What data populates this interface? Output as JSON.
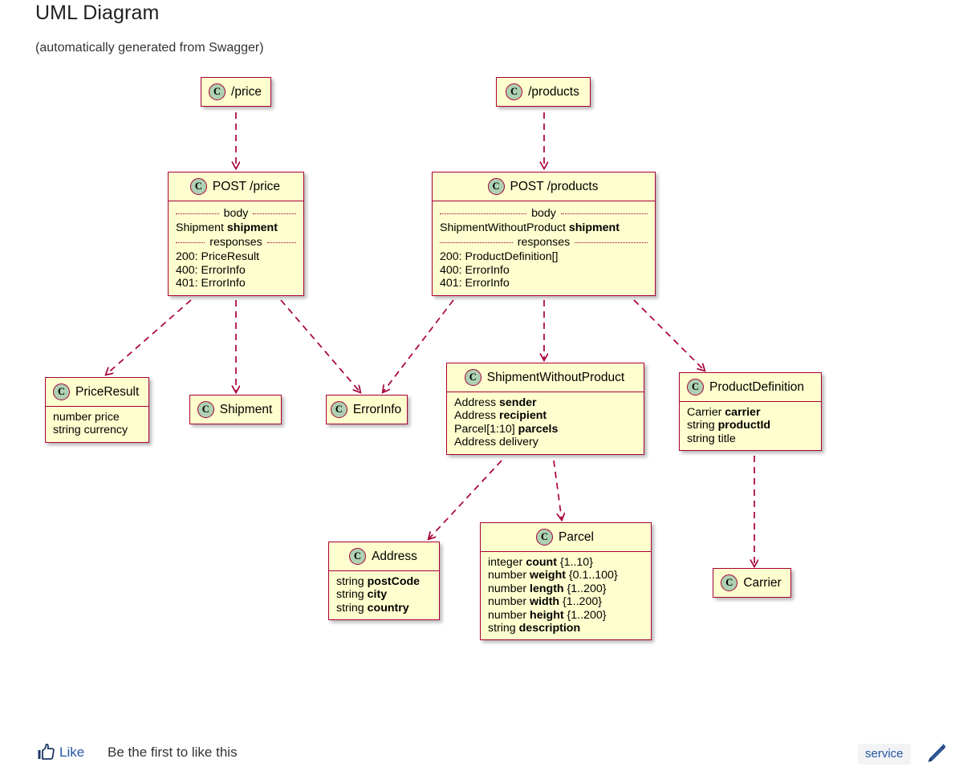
{
  "page": {
    "title": "UML Diagram",
    "subtitle": "(automatically generated from Swagger)"
  },
  "theme": {
    "node_fill": "#FEFECE",
    "node_border": "#A80036",
    "class_icon_fill": "#ADD1B2",
    "edge_color": "#A80036",
    "link_color": "#2458a6",
    "background": "#ffffff"
  },
  "diagram": {
    "type": "uml-class-diagram",
    "class_icon_letter": "C",
    "nodes": [
      {
        "id": "price-endpoint",
        "name": "/price",
        "compartments": []
      },
      {
        "id": "products-endpoint",
        "name": "/products",
        "compartments": []
      },
      {
        "id": "post-price",
        "name": "POST /price",
        "compartments": [
          {
            "label": "body",
            "rows": [
              {
                "type": "Shipment",
                "field": "shipment",
                "required": true
              }
            ]
          },
          {
            "label": "responses",
            "rows": [
              {
                "text": "200: PriceResult"
              },
              {
                "text": "400: ErrorInfo"
              },
              {
                "text": "401: ErrorInfo"
              }
            ]
          }
        ]
      },
      {
        "id": "post-products",
        "name": "POST /products",
        "compartments": [
          {
            "label": "body",
            "rows": [
              {
                "type": "ShipmentWithoutProduct",
                "field": "shipment",
                "required": true
              }
            ]
          },
          {
            "label": "responses",
            "rows": [
              {
                "text": "200: ProductDefinition[]"
              },
              {
                "text": "400: ErrorInfo"
              },
              {
                "text": "401: ErrorInfo"
              }
            ]
          }
        ]
      },
      {
        "id": "price-result",
        "name": "PriceResult",
        "compartments": [
          {
            "rows": [
              {
                "type": "number",
                "field": "price",
                "required": false
              },
              {
                "type": "string",
                "field": "currency",
                "required": false
              }
            ]
          }
        ]
      },
      {
        "id": "shipment",
        "name": "Shipment",
        "compartments": []
      },
      {
        "id": "error-info",
        "name": "ErrorInfo",
        "compartments": []
      },
      {
        "id": "shipment-without-product",
        "name": "ShipmentWithoutProduct",
        "compartments": [
          {
            "rows": [
              {
                "type": "Address",
                "field": "sender",
                "required": true
              },
              {
                "type": "Address",
                "field": "recipient",
                "required": true
              },
              {
                "type": "Parcel[1:10]",
                "field": "parcels",
                "required": true
              },
              {
                "type": "Address",
                "field": "delivery",
                "required": false
              }
            ]
          }
        ]
      },
      {
        "id": "product-definition",
        "name": "ProductDefinition",
        "compartments": [
          {
            "rows": [
              {
                "type": "Carrier",
                "field": "carrier",
                "required": true
              },
              {
                "type": "string",
                "field": "productId",
                "required": true
              },
              {
                "type": "string",
                "field": "title",
                "required": false
              }
            ]
          }
        ]
      },
      {
        "id": "address",
        "name": "Address",
        "compartments": [
          {
            "rows": [
              {
                "type": "string",
                "field": "postCode",
                "required": true
              },
              {
                "type": "string",
                "field": "city",
                "required": true
              },
              {
                "type": "string",
                "field": "country",
                "required": true
              }
            ]
          }
        ]
      },
      {
        "id": "parcel",
        "name": "Parcel",
        "compartments": [
          {
            "rows": [
              {
                "type": "integer",
                "field": "count",
                "required": true,
                "range": "{1..10}"
              },
              {
                "type": "number",
                "field": "weight",
                "required": true,
                "range": "{0.1..100}"
              },
              {
                "type": "number",
                "field": "length",
                "required": true,
                "range": "{1..200}"
              },
              {
                "type": "number",
                "field": "width",
                "required": true,
                "range": "{1..200}"
              },
              {
                "type": "number",
                "field": "height",
                "required": true,
                "range": "{1..200}"
              },
              {
                "type": "string",
                "field": "description",
                "required": true
              }
            ]
          }
        ]
      },
      {
        "id": "carrier",
        "name": "Carrier",
        "compartments": []
      }
    ],
    "edges": [
      {
        "from": "price-endpoint",
        "to": "post-price",
        "style": "dashed"
      },
      {
        "from": "products-endpoint",
        "to": "post-products",
        "style": "dashed"
      },
      {
        "from": "post-price",
        "to": "price-result",
        "style": "dashed"
      },
      {
        "from": "post-price",
        "to": "shipment",
        "style": "dashed"
      },
      {
        "from": "post-price",
        "to": "error-info",
        "style": "dashed"
      },
      {
        "from": "post-products",
        "to": "error-info",
        "style": "dashed"
      },
      {
        "from": "post-products",
        "to": "shipment-without-product",
        "style": "dashed"
      },
      {
        "from": "post-products",
        "to": "product-definition",
        "style": "dashed"
      },
      {
        "from": "shipment-without-product",
        "to": "address",
        "style": "dashed"
      },
      {
        "from": "shipment-without-product",
        "to": "parcel",
        "style": "dashed"
      },
      {
        "from": "product-definition",
        "to": "carrier",
        "style": "dashed"
      }
    ]
  },
  "footer": {
    "like_label": "Like",
    "like_status": "Be the first to like this",
    "tag": "service"
  },
  "labels": {
    "n0_title": "/price",
    "n1_title": "/products",
    "n2_title": "POST /price",
    "n2_sep0": "body",
    "n2_r0a": "Shipment ",
    "n2_r0b": "shipment",
    "n2_sep1": "responses",
    "n2_r1": "200: PriceResult",
    "n2_r2": "400: ErrorInfo",
    "n2_r3": "401: ErrorInfo",
    "n3_title": "POST /products",
    "n3_sep0": "body",
    "n3_r0a": "ShipmentWithoutProduct ",
    "n3_r0b": "shipment",
    "n3_sep1": "responses",
    "n3_r1": "200: ProductDefinition[]",
    "n3_r2": "400: ErrorInfo",
    "n3_r3": "401: ErrorInfo",
    "n4_title": "PriceResult",
    "n4_r0": "number price",
    "n4_r1": "string currency",
    "n5_title": "Shipment",
    "n6_title": "ErrorInfo",
    "n7_title": "ShipmentWithoutProduct",
    "n7_r0a": "Address ",
    "n7_r0b": "sender",
    "n7_r1a": "Address ",
    "n7_r1b": "recipient",
    "n7_r2a": "Parcel[1:10] ",
    "n7_r2b": "parcels",
    "n7_r3": "Address delivery",
    "n8_title": "ProductDefinition",
    "n8_r0a": "Carrier ",
    "n8_r0b": "carrier",
    "n8_r1a": "string ",
    "n8_r1b": "productId",
    "n8_r2": "string title",
    "n9_title": "Address",
    "n9_r0a": "string ",
    "n9_r0b": "postCode",
    "n9_r1a": "string ",
    "n9_r1b": "city",
    "n9_r2a": "string ",
    "n9_r2b": "country",
    "n10_title": "Parcel",
    "n10_r0a": "integer ",
    "n10_r0b": "count",
    "n10_r0c": " {1..10}",
    "n10_r1a": "number ",
    "n10_r1b": "weight",
    "n10_r1c": " {0.1..100}",
    "n10_r2a": "number ",
    "n10_r2b": "length",
    "n10_r2c": " {1..200}",
    "n10_r3a": "number ",
    "n10_r3b": "width",
    "n10_r3c": " {1..200}",
    "n10_r4a": "number ",
    "n10_r4b": "height",
    "n10_r4c": " {1..200}",
    "n10_r5a": "string ",
    "n10_r5b": "description",
    "n11_title": "Carrier",
    "ic": "C"
  }
}
